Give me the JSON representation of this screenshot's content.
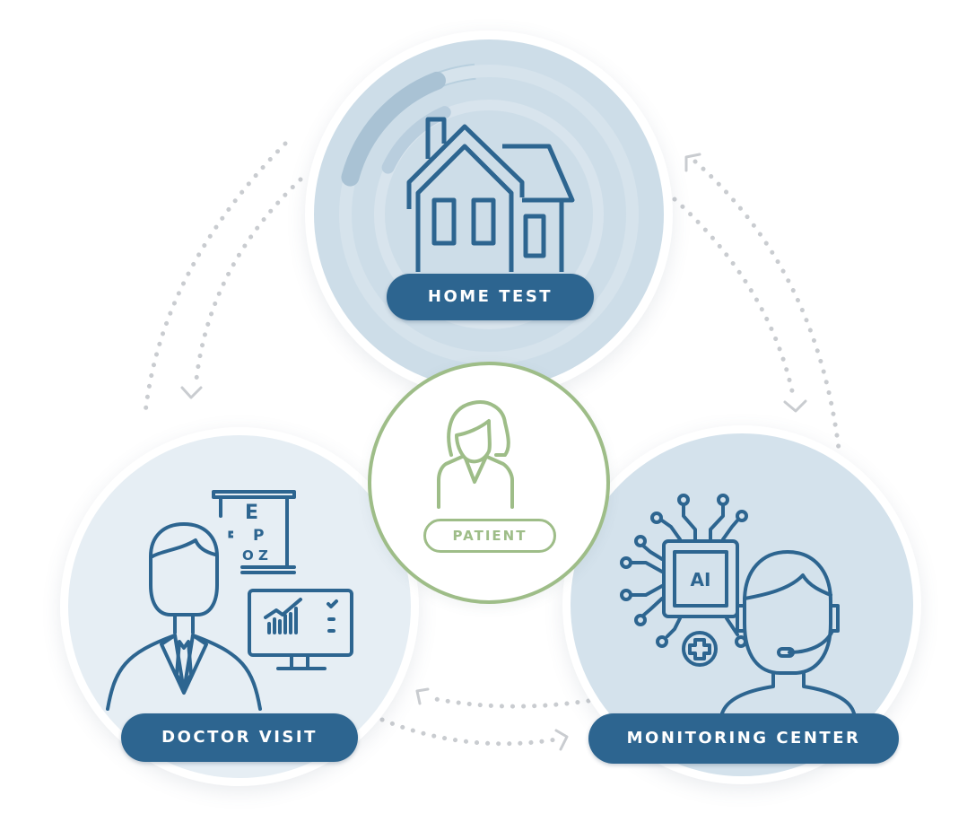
{
  "diagram": {
    "type": "care-cycle",
    "center": {
      "label": "PATIENT",
      "icon": "patient-woman-icon",
      "color": "#9ebd88"
    },
    "nodes": [
      {
        "id": "home-test",
        "label": "HOME TEST",
        "icon": "house-icon",
        "position": "top"
      },
      {
        "id": "doctor-visit",
        "label": "DOCTOR VISIT",
        "icon": "doctor-icon",
        "position": "bottom-left"
      },
      {
        "id": "monitoring-center",
        "label": "MONITORING CENTER",
        "icon": "ai-operator-icon",
        "position": "bottom-right"
      }
    ],
    "connections": [
      {
        "from": "home-test",
        "to": "doctor-visit",
        "style": "dotted-arrow"
      },
      {
        "from": "home-test",
        "to": "monitoring-center",
        "style": "dotted-arrow"
      },
      {
        "from": "monitoring-center",
        "to": "home-test",
        "style": "dotted-arrow"
      },
      {
        "from": "doctor-visit",
        "to": "monitoring-center",
        "style": "dotted-arrow"
      },
      {
        "from": "monitoring-center",
        "to": "doctor-visit",
        "style": "dotted-arrow"
      }
    ],
    "eye_chart_letters": [
      "E",
      "P",
      "O Z"
    ],
    "chip_label": "AI",
    "colors": {
      "pill": "#2d6590",
      "icon_stroke": "#2d6590",
      "home_bg": "#cddde8",
      "doctor_bg": "#e6eef4",
      "monitor_bg": "#d4e2ec",
      "patient_accent": "#9ebd88",
      "dots": "#c9ccd0"
    }
  }
}
